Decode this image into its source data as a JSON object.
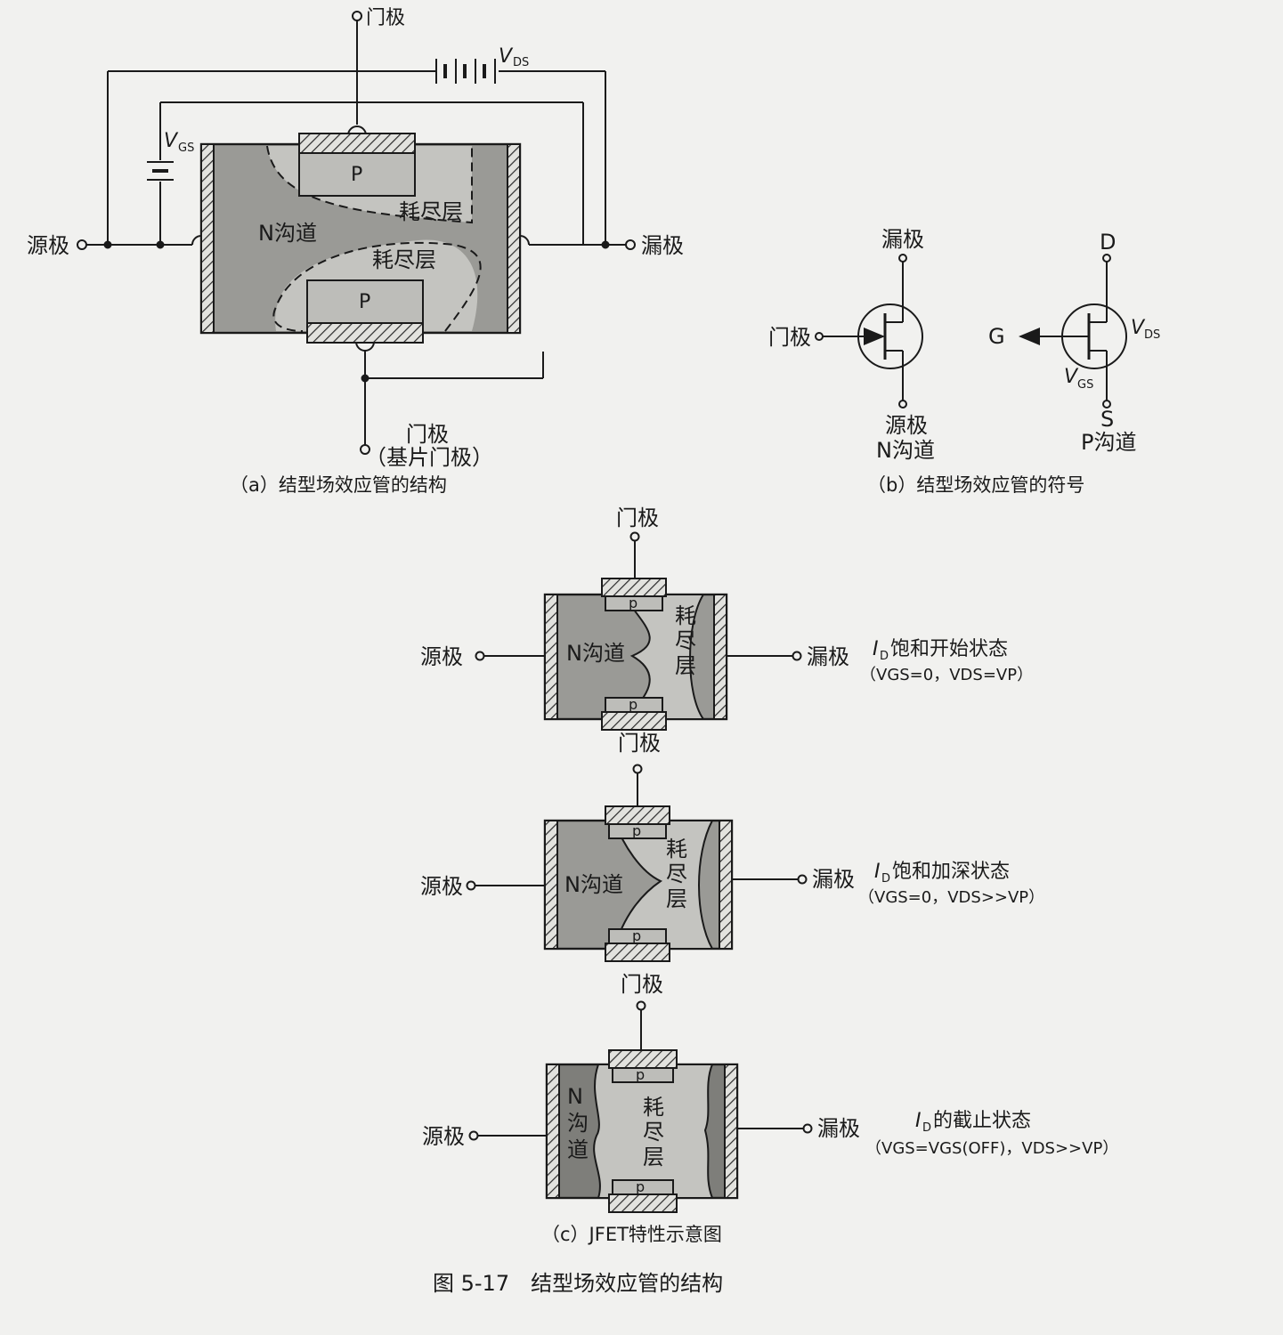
{
  "panel_a": {
    "gate_top": "门极",
    "vds": "V",
    "vds_sub": "DS",
    "vgs": "V",
    "vgs_sub": "GS",
    "p": "P",
    "n_channel": "N沟道",
    "depletion": "耗尽层",
    "source": "源极",
    "drain": "漏极",
    "gate_bottom": "门极",
    "substrate_gate": "（基片门极）",
    "caption": "（a）结型场效应管的结构"
  },
  "panel_b": {
    "n_drain": "漏极",
    "n_gate": "门极",
    "n_source": "源极",
    "n_type": "N沟道",
    "d": "D",
    "g": "G",
    "s": "S",
    "vds": "V",
    "vds_sub": "DS",
    "vgs": "V",
    "vgs_sub": "GS",
    "p_type": "P沟道",
    "caption": "（b）结型场效应管的符号"
  },
  "panel_c": {
    "states": [
      {
        "gate": "门极",
        "source": "源极",
        "drain": "漏极",
        "p": "p",
        "channel": "N沟道",
        "depletion": [
          "耗",
          "尽",
          "层"
        ],
        "title_i": "I",
        "title_sub": "D",
        "title_rest": "饱和开始状态",
        "cond": "（VGS=0，VDS=VP）"
      },
      {
        "gate": "门极",
        "source": "源极",
        "drain": "漏极",
        "p": "p",
        "channel": "N沟道",
        "depletion": [
          "耗",
          "尽",
          "层"
        ],
        "title_i": "I",
        "title_sub": "D",
        "title_rest": "饱和加深状态",
        "cond": "（VGS=0，VDS>>VP）"
      },
      {
        "gate": "门极",
        "source": "源极",
        "drain": "漏极",
        "p": "p",
        "channel": [
          "N",
          "沟",
          "道"
        ],
        "depletion": [
          "耗",
          "尽",
          "层"
        ],
        "title_i": "I",
        "title_sub": "D",
        "title_rest": "的截止状态",
        "cond": "（VGS=VGS(OFF)，VDS>>VP）"
      }
    ],
    "caption": "（c）JFET特性示意图"
  },
  "figure_caption": "图 5-17　结型场效应管的结构",
  "colors": {
    "background": "#f1f1ef",
    "n_region": "#9a9a96",
    "n_dark": "#7e7e7a",
    "depletion": "#c4c4c0",
    "p_block": "#bdbdb9",
    "line": "#1a1a1a"
  }
}
